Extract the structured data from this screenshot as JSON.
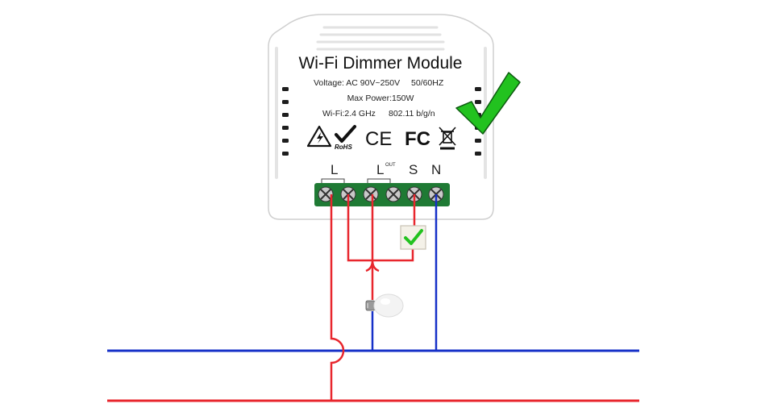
{
  "module": {
    "title": "Wi-Fi Dimmer Module",
    "voltage": "Voltage: AC 90V~250V",
    "frequency": "50/60HZ",
    "max_power": "Max Power:150W",
    "wifi": "Wi-Fi:2.4 GHz",
    "wifi_standard": "802.11 b/g/n",
    "cert_rohs": "RoHS",
    "cert_ce": "CE",
    "cert_fc": "FC"
  },
  "terminals": {
    "l_in": "L",
    "l_out": "L",
    "l_out_sup": "OUT",
    "s": "S",
    "n": "N"
  },
  "colors": {
    "live_wire": "#e8262d",
    "neutral_wire": "#1630c8",
    "check_green": "#22c21f",
    "terminal_green": "#1f7a34"
  },
  "icons": {
    "warning": "high-voltage-warning-icon",
    "check": "checkmark-icon",
    "weee": "crossed-bin-icon",
    "bulb": "light-bulb-icon",
    "switch": "wall-switch-icon"
  }
}
